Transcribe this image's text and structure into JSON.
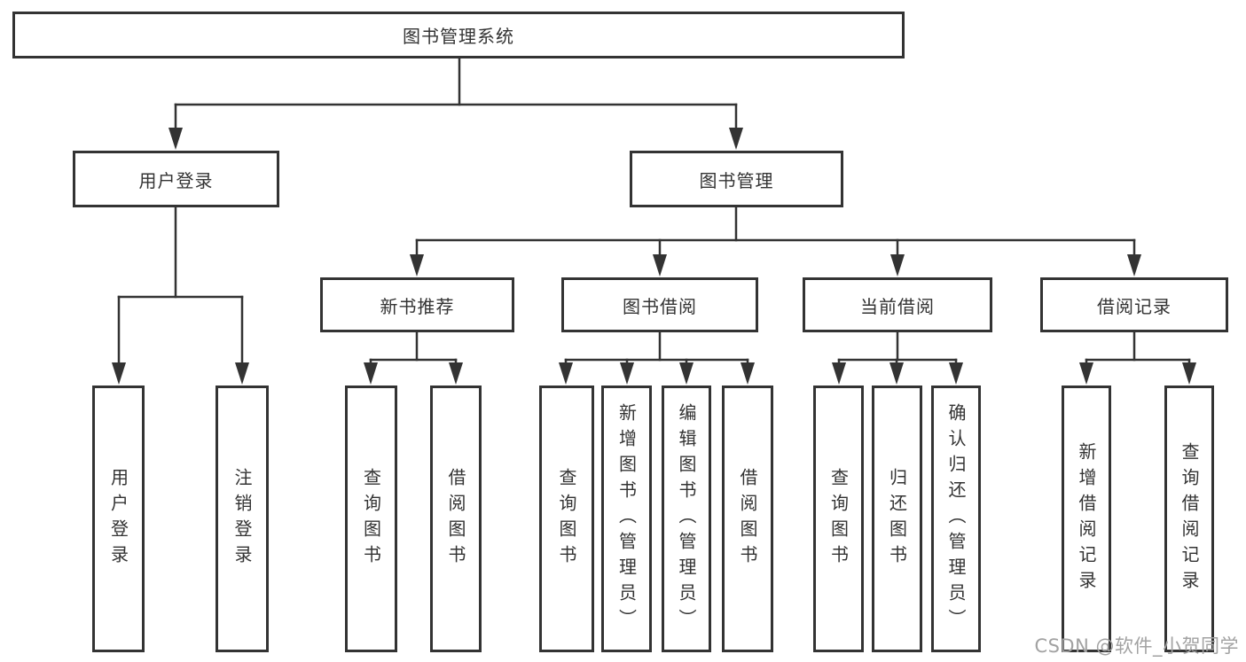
{
  "diagram": {
    "root": {
      "label": "图书管理系统"
    },
    "branches": [
      {
        "label": "用户登录",
        "children": [
          {
            "label": "用户登录"
          },
          {
            "label": "注销登录"
          }
        ]
      },
      {
        "label": "图书管理",
        "children": [
          {
            "label": "新书推荐",
            "children": [
              {
                "label": "查询图书"
              },
              {
                "label": "借阅图书"
              }
            ]
          },
          {
            "label": "图书借阅",
            "children": [
              {
                "label": "查询图书"
              },
              {
                "label": "新增图书（管理员）"
              },
              {
                "label": "编辑图书（管理员）"
              },
              {
                "label": "借阅图书"
              }
            ]
          },
          {
            "label": "当前借阅",
            "children": [
              {
                "label": "查询图书"
              },
              {
                "label": "归还图书"
              },
              {
                "label": "确认归还（管理员）"
              }
            ]
          },
          {
            "label": "借阅记录",
            "children": [
              {
                "label": "新增借阅记录"
              },
              {
                "label": "查询借阅记录"
              }
            ]
          }
        ]
      }
    ]
  },
  "watermark": {
    "text": "CSDN @软件_小贺同学"
  },
  "colors": {
    "line": "#333333",
    "box_border": "#333333",
    "text": "#333333",
    "watermark": "#a2a2a2",
    "background": "#ffffff"
  }
}
